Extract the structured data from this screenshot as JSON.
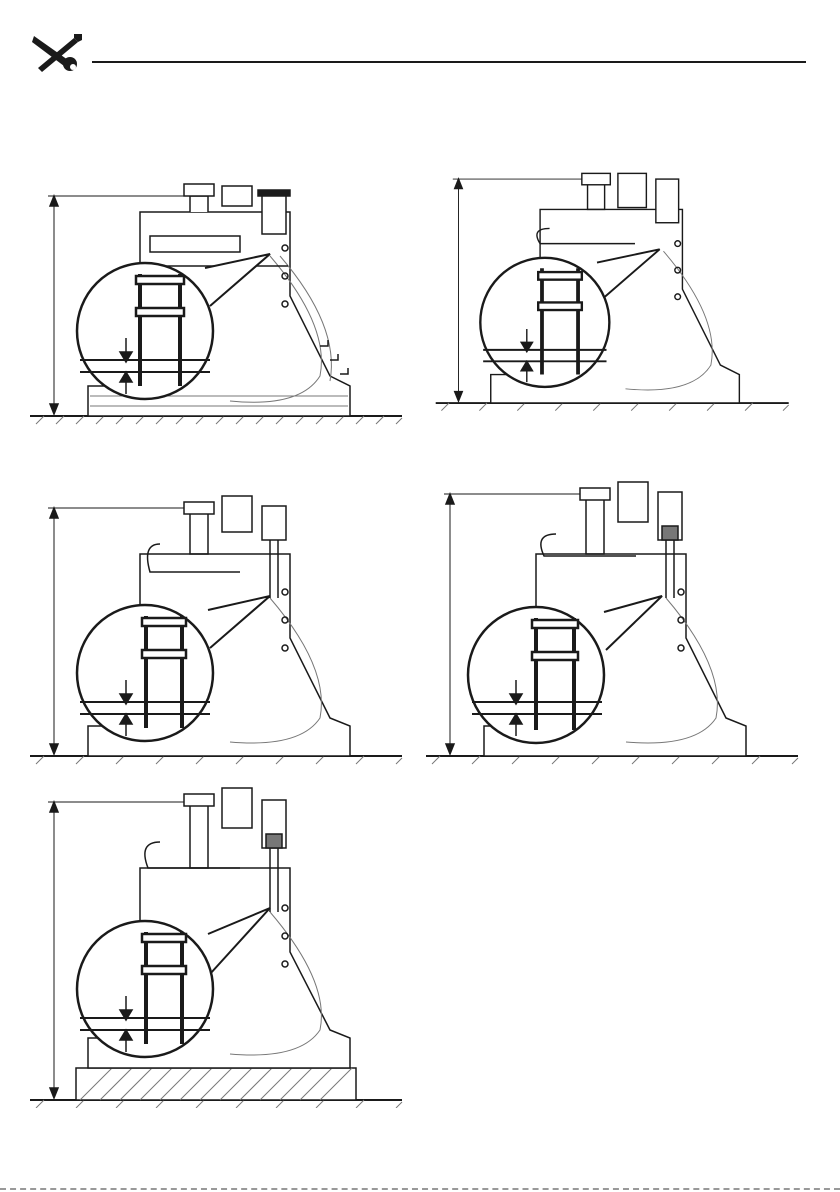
{
  "header": {
    "icon": "wrench-screwdriver-icon",
    "title": ""
  },
  "figures": [
    {
      "id": "fig1",
      "variant": "standard",
      "raised_base": false
    },
    {
      "id": "fig2",
      "variant": "large-spacer",
      "raised_base": false
    },
    {
      "id": "fig3",
      "variant": "extended-stem",
      "raised_base": false
    },
    {
      "id": "fig4",
      "variant": "extended-stem-large-spacer",
      "raised_base": false
    },
    {
      "id": "fig5",
      "variant": "extended-stem-on-block",
      "raised_base": true
    }
  ],
  "colors": {
    "ink": "#1a1a1a",
    "gray": "#777777",
    "fill": "#ffffff"
  }
}
